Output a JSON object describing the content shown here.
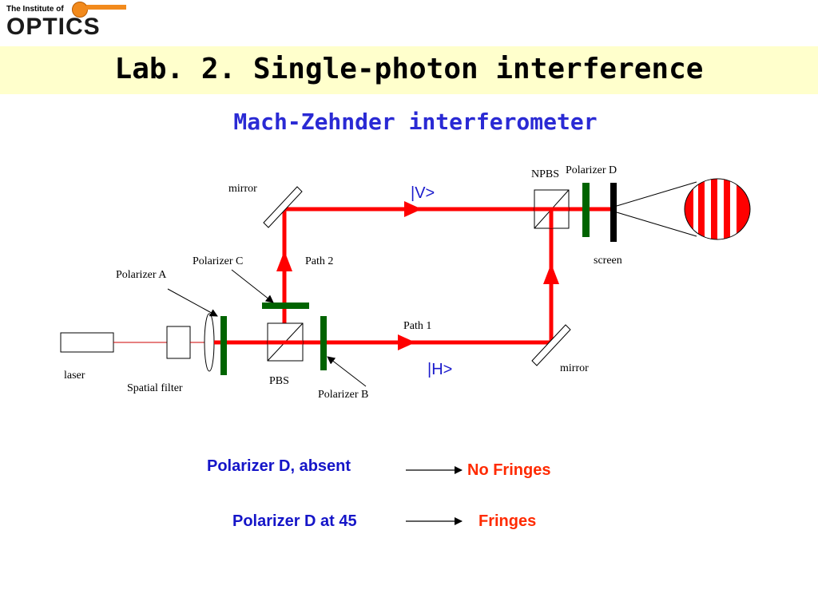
{
  "logo": {
    "small_text": "The Institute of",
    "big_text": "OPTICS"
  },
  "title": "Lab. 2.  Single-photon interference",
  "subtitle": "Mach-Zehnder interferometer",
  "labels": {
    "laser": "laser",
    "spatial_filter": "Spatial filter",
    "polarizer_a": "Polarizer A",
    "polarizer_b": "Polarizer B",
    "polarizer_c": "Polarizer C",
    "polarizer_d": "Polarizer D",
    "pbs": "PBS",
    "npbs": "NPBS",
    "mirror_top": "mirror",
    "mirror_bottom": "mirror",
    "path_1": "Path 1",
    "path_2": "Path 2",
    "screen": "screen",
    "ket_v": "|V>",
    "ket_h": "|H>"
  },
  "results": [
    {
      "condition": "Polarizer D, absent",
      "outcome": "No Fringes"
    },
    {
      "condition": "Polarizer D at 45",
      "outcome": "Fringes"
    }
  ],
  "colors": {
    "beam": "#ff0000",
    "polarizer": "#006400",
    "title_band": "#ffffcc",
    "subtitle": "#2a2ad4"
  }
}
